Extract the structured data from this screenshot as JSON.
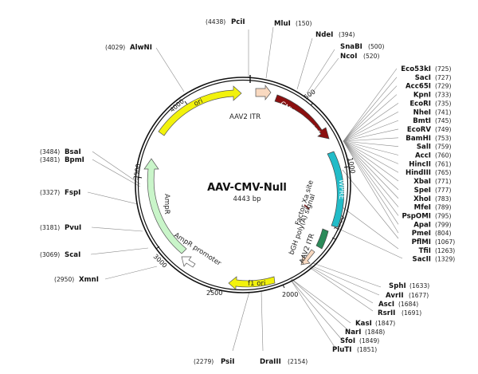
{
  "plasmid": {
    "name": "AAV-CMV-Null",
    "size": "4443 bp"
  },
  "ticks": [
    "500",
    "1000",
    "1500",
    "2000",
    "2500",
    "3000",
    "3500",
    "4000"
  ],
  "features": [
    {
      "name": "AAV2 ITR",
      "color": "#f9d9c0"
    },
    {
      "name": "CMV Promoter",
      "color": "#8b0f0f"
    },
    {
      "name": "WPRE",
      "color": "#22bcc8"
    },
    {
      "name": "Factor Xa site",
      "color": "#7a2f2f"
    },
    {
      "name": "bGH poly(A) signal",
      "color": "#2c8a5a"
    },
    {
      "name": "AAV2 ITR",
      "color": "#f9d9c0"
    },
    {
      "name": "f1 ori",
      "color": "#f2f20c"
    },
    {
      "name": "AmpR promoter",
      "color": "#ffffff"
    },
    {
      "name": "AmpR",
      "color": "#c9f5c9"
    },
    {
      "name": "ori",
      "color": "#f2f20c"
    }
  ],
  "sites": {
    "left": [
      {
        "name": "AlwNI",
        "pos": "(4029)"
      },
      {
        "name": "BsaI",
        "pos": "(3484)"
      },
      {
        "name": "BpmI",
        "pos": "(3481)"
      },
      {
        "name": "FspI",
        "pos": "(3327)"
      },
      {
        "name": "PvuI",
        "pos": "(3181)"
      },
      {
        "name": "ScaI",
        "pos": "(3069)"
      },
      {
        "name": "XmnI",
        "pos": "(2950)"
      }
    ],
    "top": [
      {
        "name": "PciI",
        "pos": "(4438)"
      },
      {
        "name": "MluI",
        "pos": "(150)"
      },
      {
        "name": "NdeI",
        "pos": "(394)"
      },
      {
        "name": "SnaBI",
        "pos": "(500)"
      },
      {
        "name": "NcoI",
        "pos": "(520)"
      }
    ],
    "right": [
      {
        "name": "Eco53kI",
        "pos": "(725)"
      },
      {
        "name": "SacI",
        "pos": "(727)"
      },
      {
        "name": "Acc65I",
        "pos": "(729)"
      },
      {
        "name": "KpnI",
        "pos": "(733)"
      },
      {
        "name": "EcoRI",
        "pos": "(735)"
      },
      {
        "name": "NheI",
        "pos": "(741)"
      },
      {
        "name": "BmtI",
        "pos": "(745)"
      },
      {
        "name": "EcoRV",
        "pos": "(749)"
      },
      {
        "name": "BamHI",
        "pos": "(753)"
      },
      {
        "name": "SalI",
        "pos": "(759)"
      },
      {
        "name": "AccI",
        "pos": "(760)"
      },
      {
        "name": "HincII",
        "pos": "(761)"
      },
      {
        "name": "HindIII",
        "pos": "(765)"
      },
      {
        "name": "XbaI",
        "pos": "(771)"
      },
      {
        "name": "SpeI",
        "pos": "(777)"
      },
      {
        "name": "XhoI",
        "pos": "(783)"
      },
      {
        "name": "MfeI",
        "pos": "(789)"
      },
      {
        "name": "PspOMI",
        "pos": "(795)"
      },
      {
        "name": "ApaI",
        "pos": "(799)"
      },
      {
        "name": "PmeI",
        "pos": "(804)"
      },
      {
        "name": "PflMI",
        "pos": "(1067)"
      },
      {
        "name": "TfiI",
        "pos": "(1263)"
      },
      {
        "name": "SacII",
        "pos": "(1329)"
      }
    ],
    "lower_right": [
      {
        "name": "SphI",
        "pos": "(1633)"
      },
      {
        "name": "AvrII",
        "pos": "(1677)"
      },
      {
        "name": "AscI",
        "pos": "(1684)"
      },
      {
        "name": "RsrII",
        "pos": "(1691)"
      },
      {
        "name": "KasI",
        "pos": "(1847)"
      },
      {
        "name": "NarI",
        "pos": "(1848)"
      },
      {
        "name": "SfoI",
        "pos": "(1849)"
      },
      {
        "name": "PluTI",
        "pos": "(1851)"
      }
    ],
    "bottom": [
      {
        "name": "PsiI",
        "pos": "(2279)"
      },
      {
        "name": "DraIII",
        "pos": "(2154)"
      }
    ]
  }
}
